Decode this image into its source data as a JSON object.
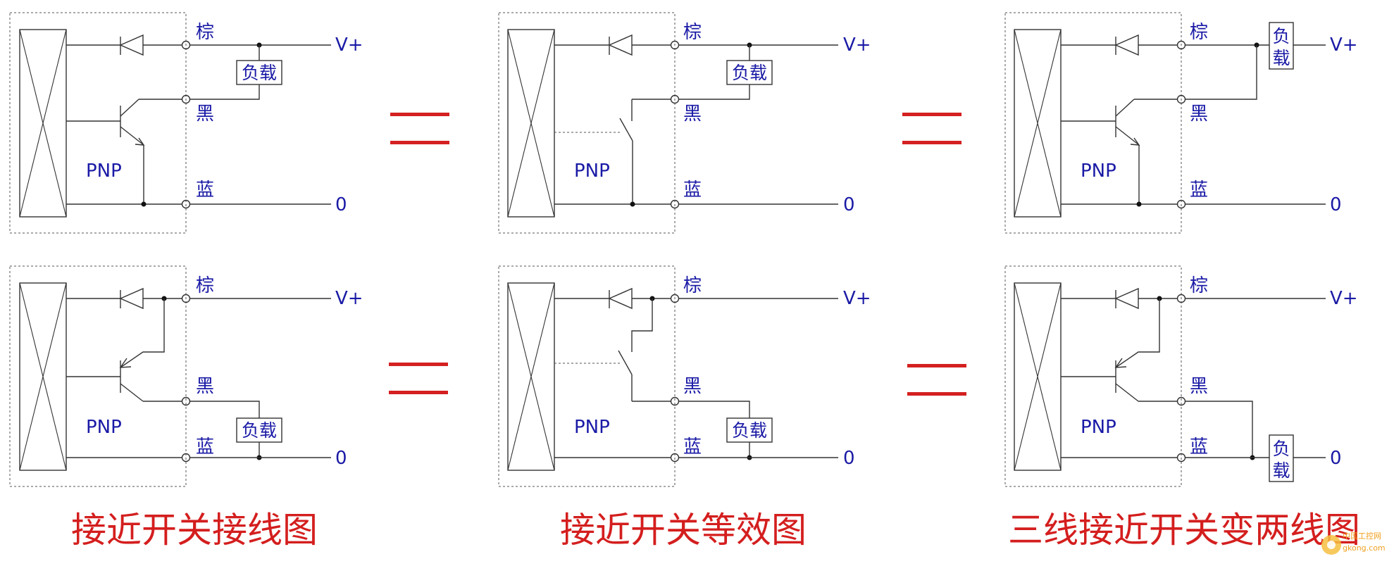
{
  "labels": {
    "brown": "棕",
    "black": "黑",
    "blue": "蓝",
    "v_plus": "V+",
    "zero": "0",
    "pnp": "PNP",
    "load": "负载",
    "load_char1": "负",
    "load_char2": "载"
  },
  "captions": [
    "接近开关接线图",
    "接近开关等效图",
    "三线接近开关变两线图"
  ],
  "watermark": {
    "text1": "中国工控网",
    "text2": "gkong.com"
  },
  "colors": {
    "wire": "#333333",
    "label": "#1a1aa6",
    "caption": "#d41e1e",
    "equals": "#d42020",
    "watermark": "#f0a020"
  }
}
